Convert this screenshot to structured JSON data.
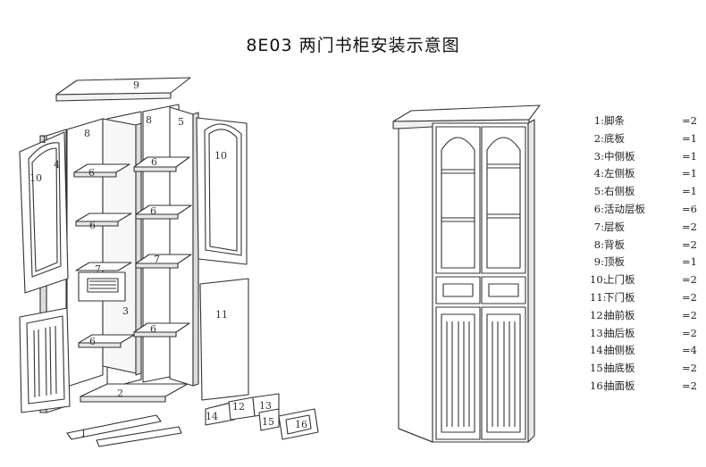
{
  "title": "8E03 两门书柜安装示意图",
  "labels": {
    "l1a": "1",
    "l1b": "1",
    "l2": "2",
    "l3": "3",
    "l4": "4",
    "l5": "5",
    "l6a": "6",
    "l6b": "6",
    "l6c": "6",
    "l6d": "6",
    "l6e": "6",
    "l6f": "6",
    "l7a": "7",
    "l7b": "7",
    "l8a": "8",
    "l8b": "8",
    "l9": "9",
    "l10a": "10",
    "l10b": "10",
    "l11": "11",
    "l12": "12",
    "l13": "13",
    "l14": "14",
    "l15": "15",
    "l16": "16"
  },
  "parts": [
    {
      "num": "1:",
      "name": "脚条",
      "qty": "=2"
    },
    {
      "num": "2:",
      "name": "底板",
      "qty": "=1"
    },
    {
      "num": "3:",
      "name": "中侧板",
      "qty": "=1"
    },
    {
      "num": "4:",
      "name": "左侧板",
      "qty": "=1"
    },
    {
      "num": "5:",
      "name": "右侧板",
      "qty": "=1"
    },
    {
      "num": "6:",
      "name": "活动层板",
      "qty": "=6"
    },
    {
      "num": "7:",
      "name": "层板",
      "qty": "=2"
    },
    {
      "num": "8:",
      "name": "背板",
      "qty": "=2"
    },
    {
      "num": "9:",
      "name": "顶板",
      "qty": "=1"
    },
    {
      "num": "10:",
      "name": "上门板",
      "qty": "=2"
    },
    {
      "num": "11:",
      "name": "下门板",
      "qty": "=2"
    },
    {
      "num": "12:",
      "name": "抽前板",
      "qty": "=2"
    },
    {
      "num": "13:",
      "name": "抽后板",
      "qty": "=2"
    },
    {
      "num": "14:",
      "name": "抽侧板",
      "qty": "=4"
    },
    {
      "num": "15:",
      "name": "抽底板",
      "qty": "=2"
    },
    {
      "num": "16:",
      "name": "抽面板",
      "qty": "=2"
    }
  ]
}
